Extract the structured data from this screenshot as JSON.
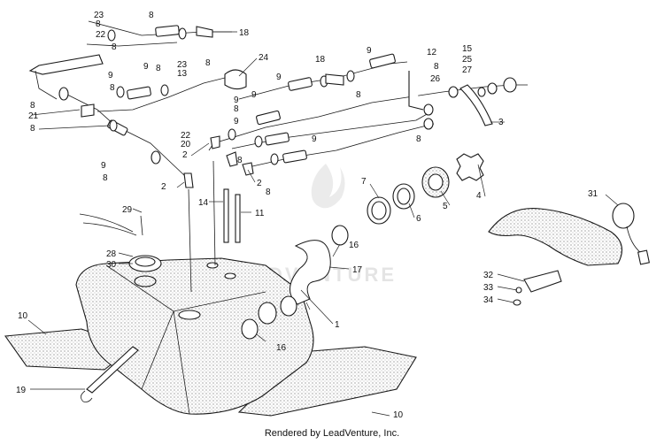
{
  "callouts": {
    "c1": "1",
    "c2a": "2",
    "c2b": "2",
    "c2c": "2",
    "c3": "3",
    "c4": "4",
    "c5": "5",
    "c6": "6",
    "c7": "7",
    "c8a": "8",
    "c8b": "8",
    "c8c": "8",
    "c8d": "8",
    "c8e": "8",
    "c8f": "8",
    "c8g": "8",
    "c8h": "8",
    "c8i": "8",
    "c8j": "8",
    "c8k": "8",
    "c8l": "8",
    "c8m": "8",
    "c8n": "8",
    "c8o": "8",
    "c9a": "9",
    "c9b": "9",
    "c9c": "9",
    "c9d": "9",
    "c9e": "9",
    "c9f": "9",
    "c9g": "9",
    "c9h": "9",
    "c9i": "9",
    "c10a": "10",
    "c10b": "10",
    "c11": "11",
    "c12": "12",
    "c13": "13",
    "c14": "14",
    "c15": "15",
    "c16a": "16",
    "c16b": "16",
    "c17": "17",
    "c18a": "18",
    "c18b": "18",
    "c19": "19",
    "c20": "20",
    "c21": "21",
    "c22a": "22",
    "c22b": "22",
    "c23a": "23",
    "c23b": "23",
    "c24": "24",
    "c25": "25",
    "c26": "26",
    "c27": "27",
    "c28": "28",
    "c29": "29",
    "c30": "30",
    "c31": "31",
    "c32": "32",
    "c33": "33",
    "c34": "34"
  },
  "watermark": "LEADVENTURE",
  "footer": "Rendered by LeadVenture, Inc."
}
